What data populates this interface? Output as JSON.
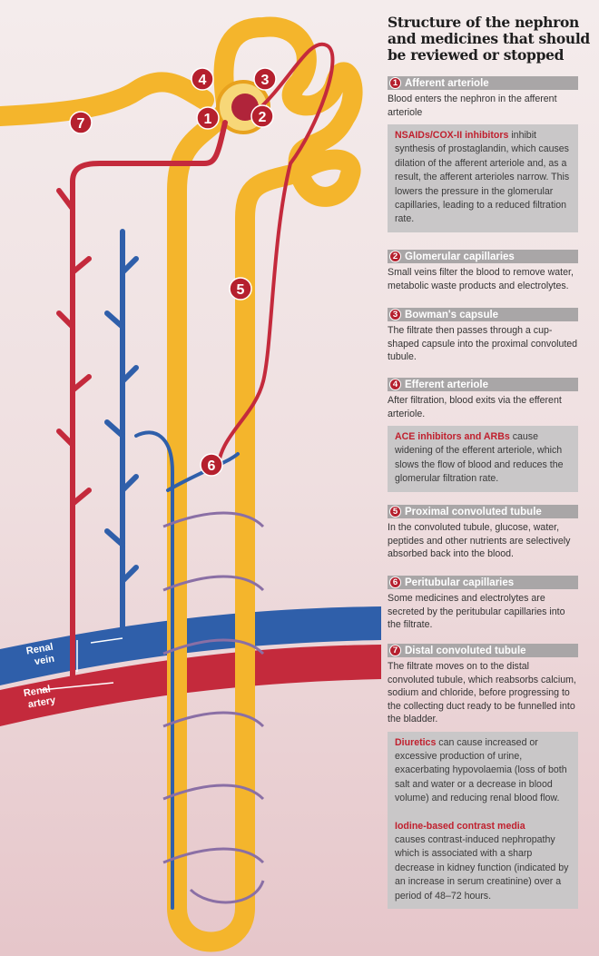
{
  "title": "Structure of the nephron and medicines that should be reviewed or stopped",
  "diagram": {
    "markers": [
      "1",
      "2",
      "3",
      "4",
      "5",
      "6",
      "7"
    ],
    "renal_vein": [
      "Renal",
      "vein"
    ],
    "renal_artery": [
      "Renal",
      "artery"
    ],
    "colors": {
      "tubule": "#f4b52c",
      "artery": "#c42a3c",
      "vein": "#2f5faa",
      "marker": "#b5202e"
    }
  },
  "sections": [
    {
      "num": "1",
      "heading": "Afferent arteriole",
      "text": "Blood enters the nephron in the afferent arteriole",
      "notes": [
        {
          "drug": "NSAIDs/COX-II inhibitors",
          "text": " inhibit synthesis of prostaglandin, which causes dilation of the afferent arteriole and, as a result, the afferent arterioles narrow. This lowers the pressure in the glomerular capillaries, leading to a reduced filtration rate."
        }
      ]
    },
    {
      "num": "2",
      "heading": "Glomerular capillaries",
      "text": "Small veins filter the blood to remove water, metabolic waste products and electrolytes."
    },
    {
      "num": "3",
      "heading": "Bowman's capsule",
      "text": "The filtrate then passes through a cup-shaped capsule into the proximal convoluted tubule."
    },
    {
      "num": "4",
      "heading": "Efferent arteriole",
      "text": "After filtration, blood exits via the efferent arteriole.",
      "notes": [
        {
          "drug": "ACE inhibitors and ARBs",
          "text": " cause widening of the efferent arteriole, which slows the flow of blood and reduces the glomerular filtration rate."
        }
      ]
    },
    {
      "num": "5",
      "heading": "Proximal convoluted tubule",
      "text": "In the convoluted tubule, glucose, water, peptides and other nutrients are selectively absorbed back into the blood."
    },
    {
      "num": "6",
      "heading": "Peritubular capillaries",
      "text": "Some medicines and electrolytes are secreted by the peritubular capillaries into the filtrate."
    },
    {
      "num": "7",
      "heading": "Distal convoluted tubule",
      "text": "The filtrate moves on to the distal convoluted tubule, which reabsorbs calcium, sodium and chloride, before progressing to the collecting duct ready to be funnelled into the bladder.",
      "notes": [
        {
          "drug": "Diuretics",
          "text": " can cause increased or excessive production of urine, exacerbating hypovolaemia (loss of both salt and water or a decrease in blood volume) and reducing renal blood flow."
        },
        {
          "drug": "Iodine-based contrast media",
          "text": " causes contrast-induced nephropathy which is associated with a sharp decrease in kidney function (indicated by an increase in serum creatinine) over a period of 48–72 hours."
        }
      ]
    }
  ]
}
